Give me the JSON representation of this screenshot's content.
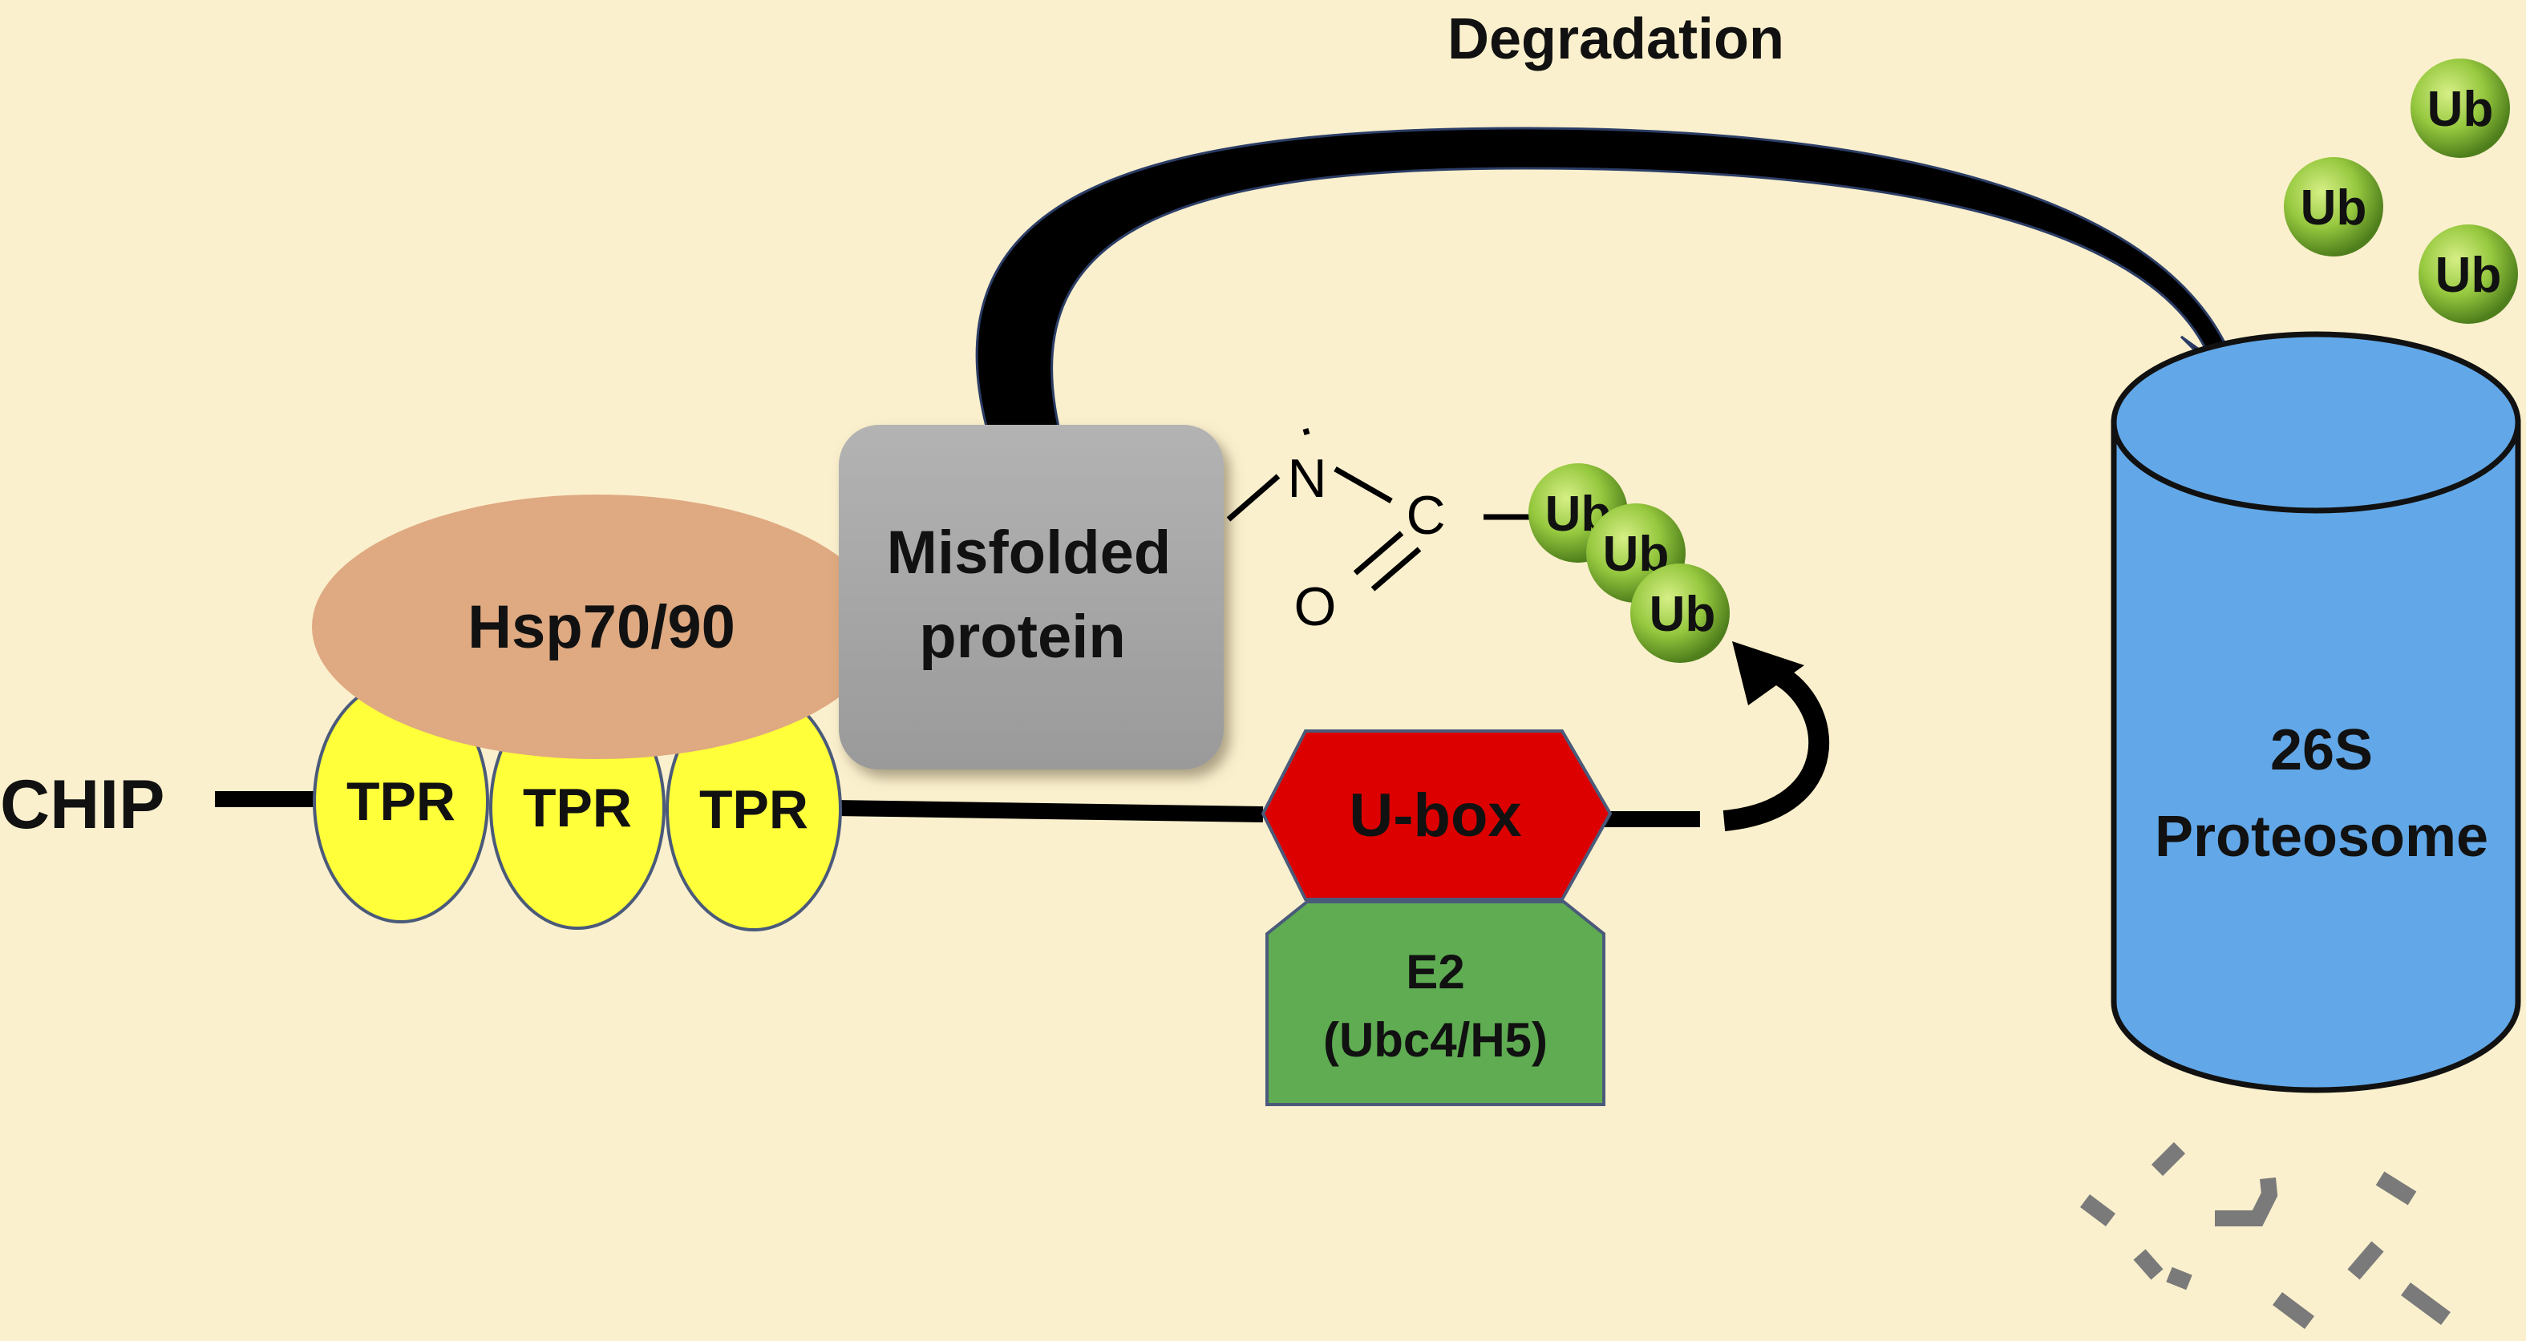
{
  "diagram": {
    "title": "Degradation",
    "chip_label": "CHIP",
    "tpr_labels": [
      "TPR",
      "TPR",
      "TPR"
    ],
    "chaperone_label": "Hsp70/90",
    "substrate": {
      "line1": "Misfolded",
      "line2": "protein"
    },
    "chem": {
      "n": "N",
      "c": "C",
      "o": "O"
    },
    "ubiquitin_chain": [
      "Ub",
      "Ub",
      "Ub"
    ],
    "free_ubiquitin": [
      "Ub",
      "Ub",
      "Ub"
    ],
    "ubox_label": "U-box",
    "e2": {
      "line1": "E2",
      "line2": "(Ubc4/H5)"
    },
    "proteasome": {
      "line1": "26S",
      "line2": "Proteosome"
    }
  },
  "colors": {
    "background": "#fbf0cd",
    "tpr": "#ffff3a",
    "hsp": "#dfa981",
    "substrate": "#a6a6a6",
    "ubiquitin": "#8ec63f",
    "ubox": "#dd0000",
    "e2": "#5fac52",
    "proteasome": "#62a8e8",
    "fragments": "#7a7a7a"
  }
}
